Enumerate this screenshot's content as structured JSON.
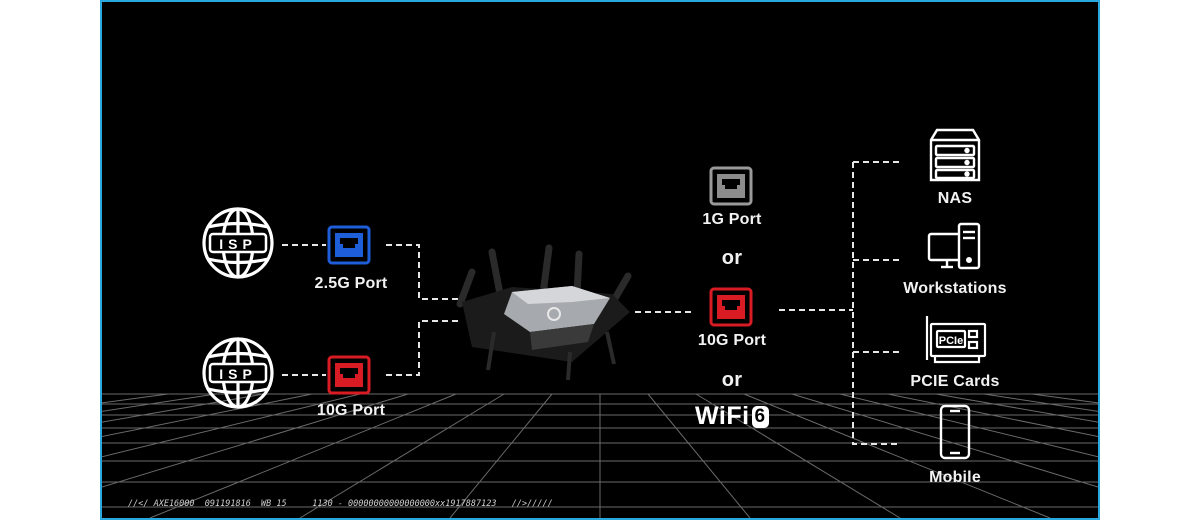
{
  "left_ports": [
    {
      "label": "2.5G Port",
      "color": "#1e5ed8"
    },
    {
      "label": "10G Port",
      "color": "#d91c24"
    }
  ],
  "isp": {
    "text": "ISP",
    "icon": "globe-icon"
  },
  "router": {
    "icon": "gaming-router-icon"
  },
  "center": {
    "port_1g": {
      "label": "1G Port",
      "color": "#8c8c8c"
    },
    "or_1": "or",
    "port_10g": {
      "label": "10G Port",
      "color": "#d91c24"
    },
    "or_2": "or",
    "wifi_text": "WiFi",
    "wifi_num": "6"
  },
  "devices": [
    {
      "label": "NAS",
      "icon": "nas-server-icon"
    },
    {
      "label": "Workstations",
      "icon": "workstation-icon"
    },
    {
      "label": "PCIE Cards",
      "icon": "pcie-card-icon",
      "chip_text": "PCIe"
    },
    {
      "label": "Mobile",
      "icon": "mobile-phone-icon"
    }
  ],
  "footer": "//</ AXE16000  091191816  WB 15     1130 - 00000000000000000xx1917887123   //>/////"
}
